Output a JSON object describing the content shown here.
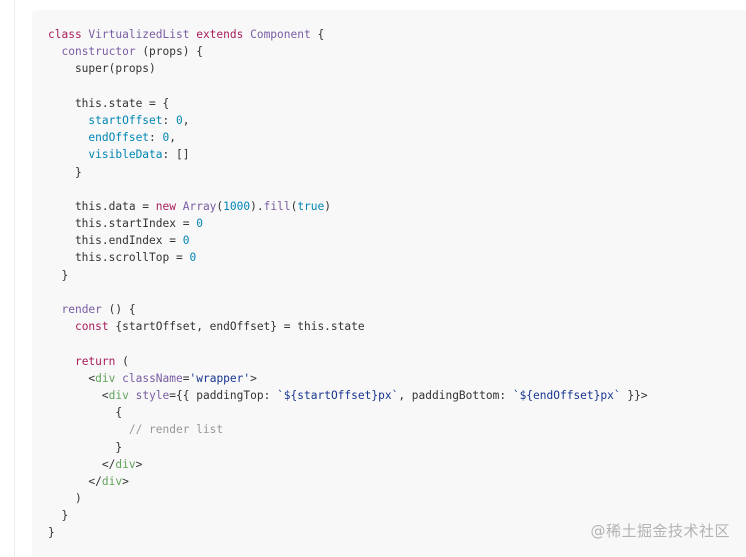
{
  "code": {
    "language": "javascript",
    "lines": [
      [
        {
          "t": "class ",
          "c": "kw"
        },
        {
          "t": "VirtualizedList ",
          "c": "cls"
        },
        {
          "t": "extends ",
          "c": "kw"
        },
        {
          "t": "Component",
          "c": "cls"
        },
        {
          "t": " {",
          "c": "pl"
        }
      ],
      [
        {
          "t": "  ",
          "c": "pl"
        },
        {
          "t": "constructor",
          "c": "fn"
        },
        {
          "t": " (props) {",
          "c": "pl"
        }
      ],
      [
        {
          "t": "    super(props)",
          "c": "pl"
        }
      ],
      [],
      [
        {
          "t": "    this.",
          "c": "pl"
        },
        {
          "t": "state",
          "c": "pl"
        },
        {
          "t": " = {",
          "c": "pl"
        }
      ],
      [
        {
          "t": "      ",
          "c": "pl"
        },
        {
          "t": "startOffset",
          "c": "lit"
        },
        {
          "t": ": ",
          "c": "pl"
        },
        {
          "t": "0",
          "c": "num"
        },
        {
          "t": ",",
          "c": "pl"
        }
      ],
      [
        {
          "t": "      ",
          "c": "pl"
        },
        {
          "t": "endOffset",
          "c": "lit"
        },
        {
          "t": ": ",
          "c": "pl"
        },
        {
          "t": "0",
          "c": "num"
        },
        {
          "t": ",",
          "c": "pl"
        }
      ],
      [
        {
          "t": "      ",
          "c": "pl"
        },
        {
          "t": "visibleData",
          "c": "lit"
        },
        {
          "t": ": []",
          "c": "pl"
        }
      ],
      [
        {
          "t": "    }",
          "c": "pl"
        }
      ],
      [],
      [
        {
          "t": "    this.data = ",
          "c": "pl"
        },
        {
          "t": "new ",
          "c": "kw"
        },
        {
          "t": "Array",
          "c": "cls"
        },
        {
          "t": "(",
          "c": "pl"
        },
        {
          "t": "1000",
          "c": "num"
        },
        {
          "t": ").",
          "c": "pl"
        },
        {
          "t": "fill",
          "c": "fn"
        },
        {
          "t": "(",
          "c": "pl"
        },
        {
          "t": "true",
          "c": "lit"
        },
        {
          "t": ")",
          "c": "pl"
        }
      ],
      [
        {
          "t": "    this.startIndex = ",
          "c": "pl"
        },
        {
          "t": "0",
          "c": "num"
        }
      ],
      [
        {
          "t": "    this.endIndex = ",
          "c": "pl"
        },
        {
          "t": "0",
          "c": "num"
        }
      ],
      [
        {
          "t": "    this.scrollTop = ",
          "c": "pl"
        },
        {
          "t": "0",
          "c": "num"
        }
      ],
      [
        {
          "t": "  }",
          "c": "pl"
        }
      ],
      [],
      [
        {
          "t": "  ",
          "c": "pl"
        },
        {
          "t": "render",
          "c": "fn"
        },
        {
          "t": " () {",
          "c": "pl"
        }
      ],
      [
        {
          "t": "    ",
          "c": "pl"
        },
        {
          "t": "const ",
          "c": "kw"
        },
        {
          "t": "{startOffset, endOffset} = this.state",
          "c": "pl"
        }
      ],
      [],
      [
        {
          "t": "    ",
          "c": "pl"
        },
        {
          "t": "return",
          "c": "kw"
        },
        {
          "t": " (",
          "c": "pl"
        }
      ],
      [
        {
          "t": "      <",
          "c": "pl"
        },
        {
          "t": "div",
          "c": "tag"
        },
        {
          "t": " ",
          "c": "pl"
        },
        {
          "t": "className",
          "c": "attr"
        },
        {
          "t": "=",
          "c": "pl"
        },
        {
          "t": "'wrapper'",
          "c": "str"
        },
        {
          "t": ">",
          "c": "pl"
        }
      ],
      [
        {
          "t": "        <",
          "c": "pl"
        },
        {
          "t": "div",
          "c": "tag"
        },
        {
          "t": " ",
          "c": "pl"
        },
        {
          "t": "style",
          "c": "attr"
        },
        {
          "t": "={{ paddingTop: ",
          "c": "pl"
        },
        {
          "t": "`${startOffset}px`",
          "c": "str"
        },
        {
          "t": ", paddingBottom: ",
          "c": "pl"
        },
        {
          "t": "`${endOffset}px`",
          "c": "str"
        },
        {
          "t": " }}>",
          "c": "pl"
        }
      ],
      [
        {
          "t": "          {",
          "c": "pl"
        }
      ],
      [
        {
          "t": "            ",
          "c": "pl"
        },
        {
          "t": "// render list",
          "c": "cmt"
        }
      ],
      [
        {
          "t": "          }",
          "c": "pl"
        }
      ],
      [
        {
          "t": "        </",
          "c": "pl"
        },
        {
          "t": "div",
          "c": "tag"
        },
        {
          "t": ">",
          "c": "pl"
        }
      ],
      [
        {
          "t": "      </",
          "c": "pl"
        },
        {
          "t": "div",
          "c": "tag"
        },
        {
          "t": ">",
          "c": "pl"
        }
      ],
      [
        {
          "t": "    )",
          "c": "pl"
        }
      ],
      [
        {
          "t": "  }",
          "c": "pl"
        }
      ],
      [
        {
          "t": "}",
          "c": "pl"
        }
      ]
    ]
  },
  "watermark": {
    "text": "@稀土掘金技术社区"
  },
  "colors": {
    "code_background": "#f8f8f8",
    "keyword": "#a71d5d",
    "class_name": "#795da3",
    "string": "#183691",
    "number": "#0086b3",
    "comment": "#969896",
    "tag": "#63a35c",
    "plain": "#333333"
  }
}
